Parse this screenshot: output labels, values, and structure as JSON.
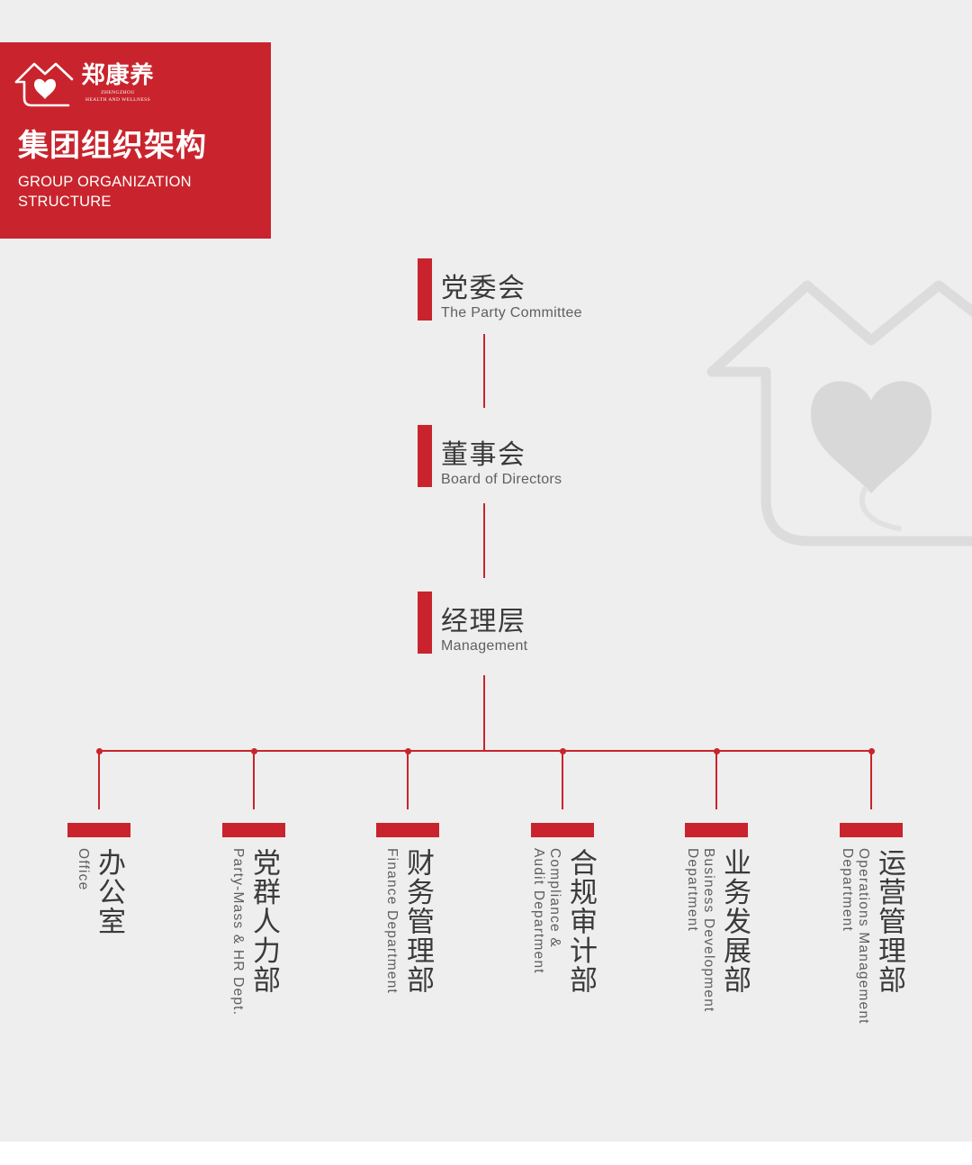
{
  "brand": {
    "name": "郑康养",
    "tagline_city": "ZHENGZHOU",
    "tagline_english": "HEALTH AND WELLNESS"
  },
  "header": {
    "title": "集团组织架构",
    "subtitle_lines": [
      "GROUP ORGANIZATION",
      "STRUCTURE"
    ]
  },
  "colors": {
    "accent": "#c9242d",
    "background": "#eeeeee",
    "text": "#3a3a3a",
    "muted": "#5f5f5f",
    "watermark": "#dcdcdc"
  },
  "icons": {
    "logo": "house-heart-icon",
    "watermark": "house-heart-icon"
  },
  "org": {
    "levels": [
      {
        "zh": "党委会",
        "en": "The Party Committee"
      },
      {
        "zh": "董事会",
        "en": "Board of Directors"
      },
      {
        "zh": "经理层",
        "en": "Management"
      }
    ],
    "departments": [
      {
        "zh": "办公室",
        "en": [
          "Office"
        ]
      },
      {
        "zh": "党群人力部",
        "en": [
          "Party-Mass & HR Dept."
        ]
      },
      {
        "zh": "财务管理部",
        "en": [
          "Finance Department"
        ]
      },
      {
        "zh": "合规审计部",
        "en": [
          "Compliance &",
          "Audit Department"
        ]
      },
      {
        "zh": "业务发展部",
        "en": [
          "Business Development",
          "Department"
        ]
      },
      {
        "zh": "运营管理部",
        "en": [
          "Operations Management",
          "Department"
        ]
      }
    ]
  }
}
